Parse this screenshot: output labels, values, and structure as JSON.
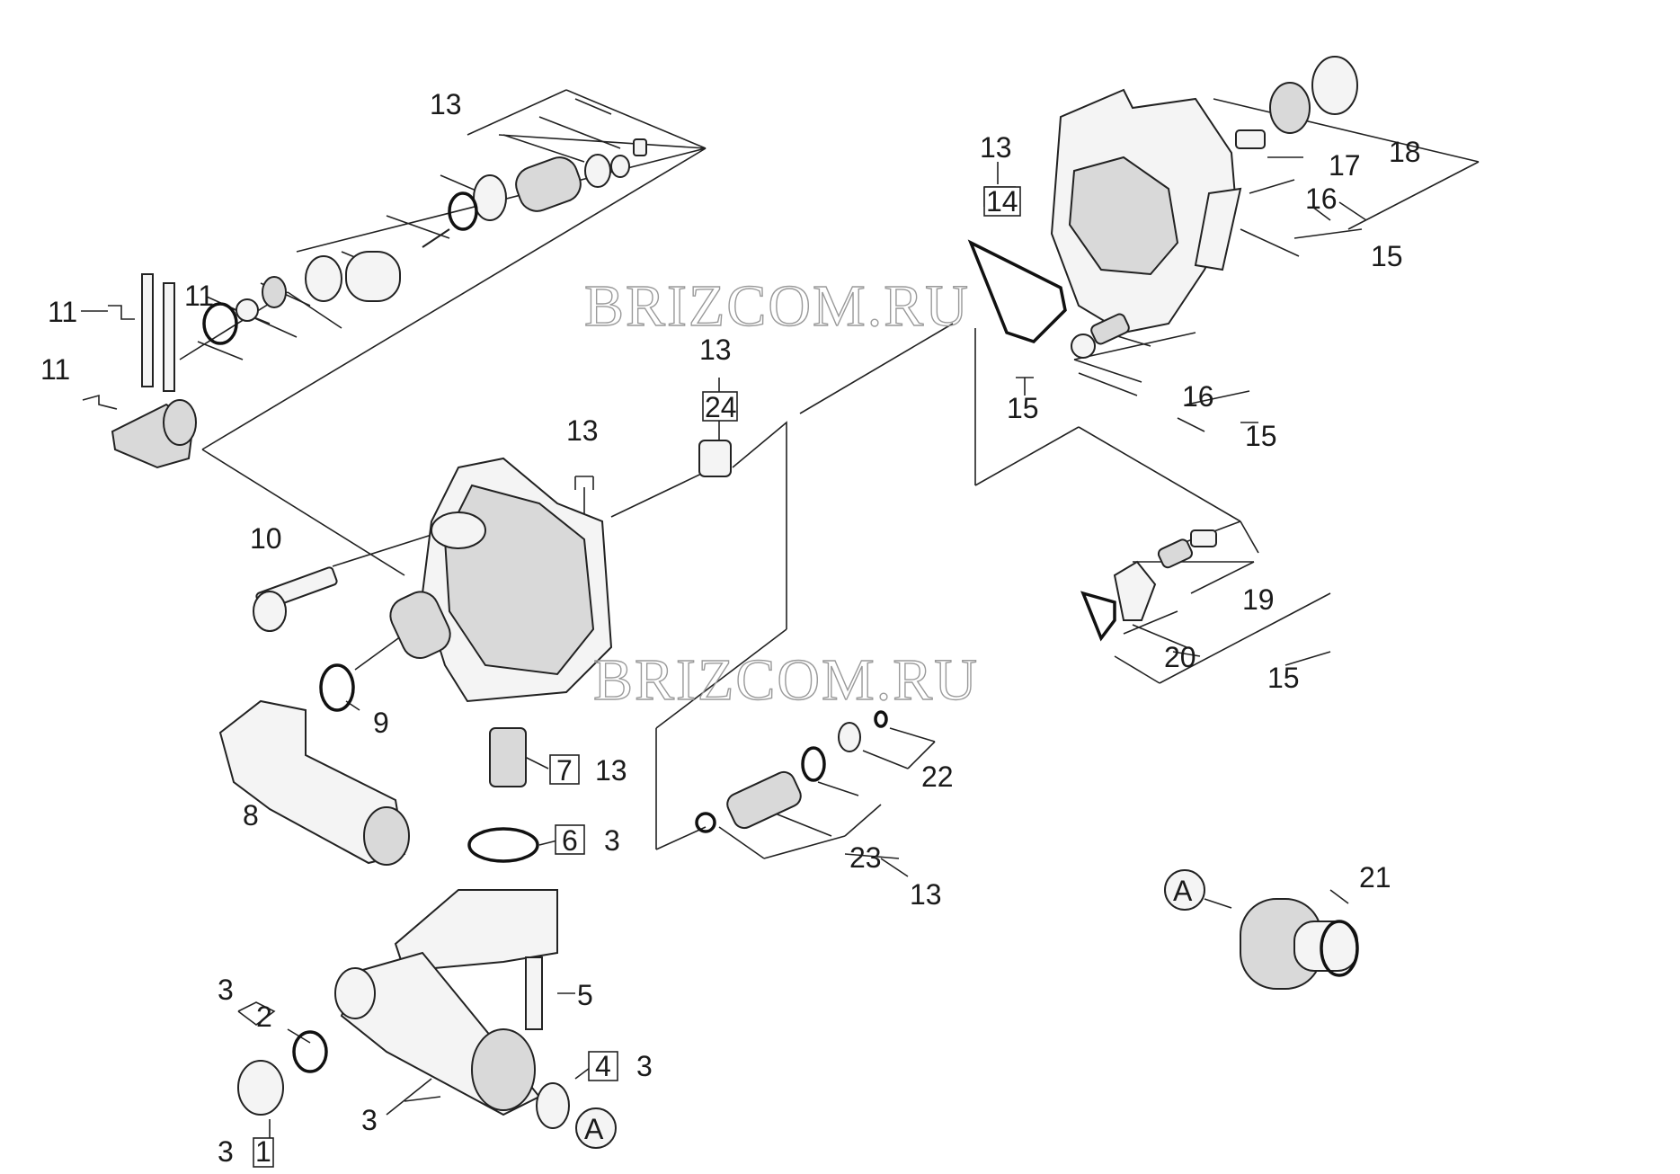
{
  "watermark": "BRIZCOM.RU",
  "callouts": [
    {
      "id": "c13a",
      "text": "13"
    },
    {
      "id": "c11a",
      "text": "11"
    },
    {
      "id": "c11b",
      "text": "11"
    },
    {
      "id": "c11c",
      "text": "11"
    },
    {
      "id": "c10",
      "text": "10"
    },
    {
      "id": "c13b",
      "text": "13"
    },
    {
      "id": "c13c",
      "text": "13"
    },
    {
      "id": "c24",
      "text": "24"
    },
    {
      "id": "c9",
      "text": "9"
    },
    {
      "id": "c8",
      "text": "8"
    },
    {
      "id": "c7",
      "text": "7"
    },
    {
      "id": "c13d",
      "text": "13"
    },
    {
      "id": "c6",
      "text": "6"
    },
    {
      "id": "c3a",
      "text": "3"
    },
    {
      "id": "c3b",
      "text": "3"
    },
    {
      "id": "c2",
      "text": "2"
    },
    {
      "id": "c5",
      "text": "5"
    },
    {
      "id": "c4",
      "text": "4"
    },
    {
      "id": "c3c",
      "text": "3"
    },
    {
      "id": "c3d",
      "text": "3"
    },
    {
      "id": "c3e",
      "text": "3"
    },
    {
      "id": "c1",
      "text": "1"
    },
    {
      "id": "c13e",
      "text": "13"
    },
    {
      "id": "c14",
      "text": "14"
    },
    {
      "id": "c15a",
      "text": "15"
    },
    {
      "id": "c17",
      "text": "17"
    },
    {
      "id": "c18",
      "text": "18"
    },
    {
      "id": "c16a",
      "text": "16"
    },
    {
      "id": "c15b",
      "text": "15"
    },
    {
      "id": "c16b",
      "text": "16"
    },
    {
      "id": "c15c",
      "text": "15"
    },
    {
      "id": "c19",
      "text": "19"
    },
    {
      "id": "c20",
      "text": "20"
    },
    {
      "id": "c15d",
      "text": "15"
    },
    {
      "id": "c22",
      "text": "22"
    },
    {
      "id": "c23",
      "text": "23"
    },
    {
      "id": "c13f",
      "text": "13"
    },
    {
      "id": "c21",
      "text": "21"
    }
  ],
  "connector_marks": [
    {
      "id": "A1",
      "text": "A"
    },
    {
      "id": "A2",
      "text": "A"
    }
  ]
}
